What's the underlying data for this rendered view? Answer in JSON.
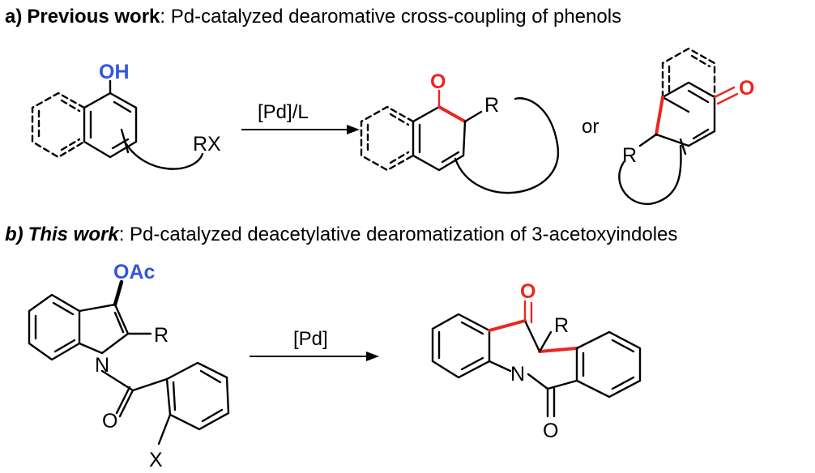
{
  "colors": {
    "ink": "#000000",
    "oxygen_blue": "#3355dd",
    "bond_red": "#e8271f"
  },
  "section_a": {
    "tag": "a)",
    "title": "Previous work",
    "rest": ": Pd-catalyzed dearomative cross-coupling of phenols",
    "substrate": {
      "oh": "OH",
      "rx": "RX"
    },
    "arrow_label": "[Pd]/L",
    "product1": {
      "o": "O",
      "r": "R"
    },
    "or": "or",
    "product2": {
      "o": "O",
      "r": "R"
    }
  },
  "section_b": {
    "tag": "b)",
    "title": "This work",
    "rest": ": Pd-catalyzed deacetylative dearomatization of 3-acetoxyindoles",
    "substrate": {
      "oac": "OAc",
      "r": "R",
      "n": "N",
      "o": "O",
      "x": "X"
    },
    "arrow_label": "[Pd]",
    "product": {
      "o_top": "O",
      "r": "R",
      "n": "N",
      "o_bottom": "O"
    }
  }
}
